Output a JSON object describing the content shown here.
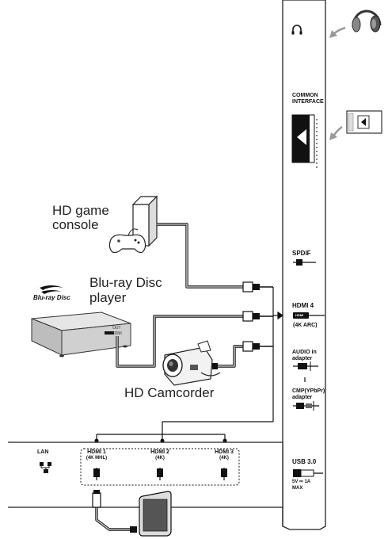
{
  "devices": {
    "game_console": [
      "HD game",
      "console"
    ],
    "bluray": [
      "Blu-ray Disc",
      "player"
    ],
    "bluray_logo": "Blu-ray Disc",
    "bluray_panel": [
      "OUT",
      "HDMI"
    ],
    "camcorder": "HD Camcorder"
  },
  "side_panel": {
    "common_interface": [
      "COMMON",
      "INTERFACE"
    ],
    "spdif": "SPDIF",
    "hdmi4": "HDMI 4",
    "hdmi4_sub": "(4K ARC)",
    "audio_in": [
      "AUDIO in",
      "adapter"
    ],
    "cmp": [
      "CMP(YPbPr)",
      "adapter"
    ],
    "usb": "USB 3.0",
    "usb_power": "5V ⎓ 1A",
    "usb_max": "MAX",
    "hdmi_plug_text": "HDMI"
  },
  "bottom_panel": {
    "lan": "LAN",
    "hdmi1": [
      "HDMI 1",
      "(4K MHL)"
    ],
    "hdmi2": [
      "HDMI 2",
      "(4K)"
    ],
    "hdmi3": [
      "HDMI 3",
      "(4K)"
    ]
  }
}
